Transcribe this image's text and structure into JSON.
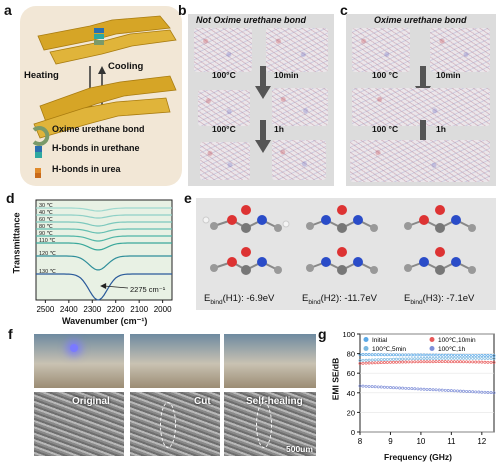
{
  "panels": {
    "a": {
      "label": "a",
      "heating": "Heating",
      "cooling": "Cooling",
      "legend": [
        "Oxime urethane bond",
        "H-bonds in urethane",
        "H-bonds in urea"
      ],
      "colors": {
        "bg": "#f2e7d6",
        "gold": "#d6a526",
        "oxime": "#7a9a6a",
        "urethane": "#2a6fb0",
        "urea": "#e08a2a"
      }
    },
    "b": {
      "label": "b",
      "title": "Not Oxime urethane bond",
      "steps": [
        {
          "temp": "100°C",
          "time": "10min"
        },
        {
          "temp": "100°C",
          "time": "1h"
        }
      ]
    },
    "c": {
      "label": "c",
      "title": "Oxime urethane bond",
      "steps": [
        {
          "temp": "100 °C",
          "time": "10min"
        },
        {
          "temp": "100 °C",
          "time": "1h"
        }
      ]
    },
    "d": {
      "label": "d",
      "ylabel": "Transmittance",
      "xlabel": "Wavenumber (cm⁻¹)",
      "annotation": "2275 cm⁻¹",
      "bg": "#e8f1e4"
    },
    "e": {
      "label": "e",
      "bindings": [
        {
          "prefix": "E",
          "sub": "bind",
          "label": "(H1): -6.9eV"
        },
        {
          "prefix": "E",
          "sub": "bind",
          "label": "(H2): -11.7eV"
        },
        {
          "prefix": "E",
          "sub": "bind",
          "label": "(H3): -7.1eV"
        }
      ],
      "bg": "#e4e4e4"
    },
    "f": {
      "label": "f",
      "captions": [
        "Original",
        "Cut",
        "Self-healing"
      ],
      "scalebar": "500um"
    },
    "g": {
      "label": "g",
      "ylabel": "EMI SE/dB",
      "xlabel": "Frequency (GHz)"
    }
  },
  "chart_data": [
    {
      "type": "line",
      "panel": "d",
      "xlabel": "Wavenumber (cm⁻¹)",
      "ylabel": "Transmittance",
      "xlim": [
        2540,
        1960
      ],
      "x_ticks": [
        2500,
        2400,
        2300,
        2200,
        2100,
        2000
      ],
      "annotation": "2275 cm⁻¹",
      "series": [
        {
          "name": "30 ℃",
          "color": "#9fd9cf",
          "offset": 0,
          "dip": 3
        },
        {
          "name": "40 ℃",
          "color": "#8ed0c6",
          "offset": 7,
          "dip": 3
        },
        {
          "name": "60 ℃",
          "color": "#7cc8bd",
          "offset": 14,
          "dip": 4
        },
        {
          "name": "80 ℃",
          "color": "#66bfb2",
          "offset": 21,
          "dip": 4
        },
        {
          "name": "90 ℃",
          "color": "#4fb5a6",
          "offset": 28,
          "dip": 5
        },
        {
          "name": "110 ℃",
          "color": "#3aa89b",
          "offset": 35,
          "dip": 7
        },
        {
          "name": "120 ℃",
          "color": "#2e8e9a",
          "offset": 48,
          "dip": 14
        },
        {
          "name": "130 ℃",
          "color": "#2a5a9a",
          "offset": 66,
          "dip": 26
        }
      ]
    },
    {
      "type": "scatter",
      "panel": "g",
      "xlabel": "Frequency (GHz)",
      "ylabel": "EMI SE/dB",
      "xlim": [
        8,
        12.4
      ],
      "ylim": [
        0,
        100
      ],
      "x_ticks": [
        8,
        9,
        10,
        11,
        12
      ],
      "y_ticks": [
        0,
        20,
        40,
        60,
        80,
        100
      ],
      "series": [
        {
          "name": "Initial",
          "color": "#5aa8e6",
          "y_start": 79,
          "y_end": 78
        },
        {
          "name": "100℃,10min",
          "color": "#e85a5a",
          "y_start": 70,
          "y_mid": 73,
          "y_end": 71
        },
        {
          "name": "100℃,5min",
          "color": "#7ab8e0",
          "y_start": 73,
          "y_mid": 76,
          "y_end": 75
        },
        {
          "name": "100℃,1h",
          "color": "#7f8fd8",
          "y_start": 47,
          "y_end": 40
        }
      ]
    }
  ]
}
